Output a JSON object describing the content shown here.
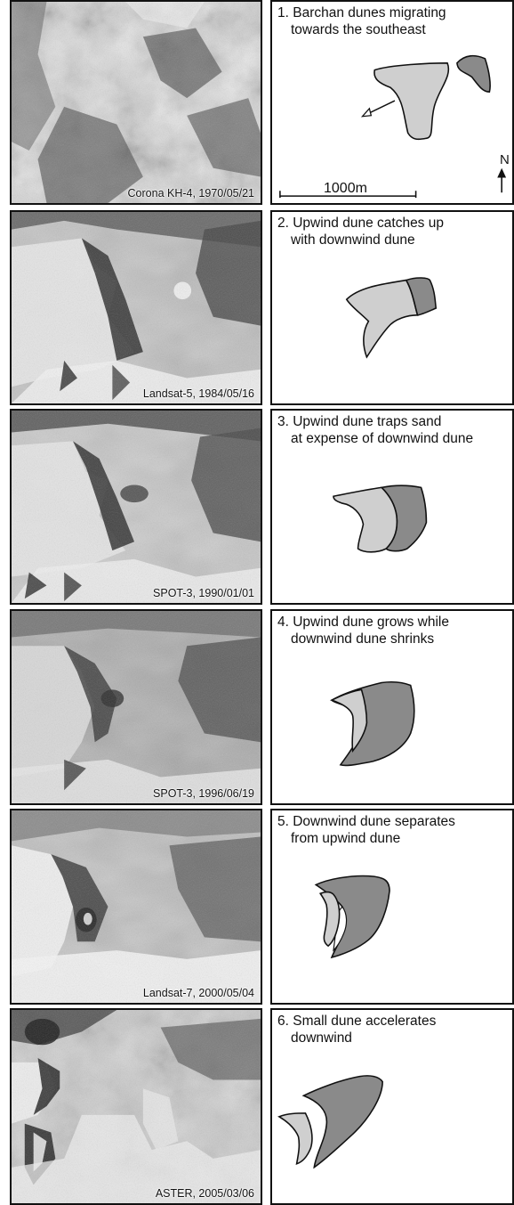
{
  "panels": [
    {
      "image_caption": "Corona KH-4, 1970/05/21",
      "stage_lines": [
        "1. Barchan dunes migrating",
        "towards the southeast"
      ],
      "scale_label": "1000m",
      "north_label": "N"
    },
    {
      "image_caption": "Landsat-5, 1984/05/16",
      "stage_lines": [
        "2. Upwind dune catches up",
        "with downwind dune"
      ]
    },
    {
      "image_caption": "SPOT-3, 1990/01/01",
      "stage_lines": [
        "3. Upwind dune traps sand",
        "at expense of downwind dune"
      ]
    },
    {
      "image_caption": "SPOT-3, 1996/06/19",
      "stage_lines": [
        "4. Upwind dune grows while",
        "downwind dune shrinks"
      ]
    },
    {
      "image_caption": "Landsat-7, 2000/05/04",
      "stage_lines": [
        "5. Downwind dune separates",
        "from upwind dune"
      ]
    },
    {
      "image_caption": "ASTER, 2005/03/06",
      "stage_lines": [
        "6. Small dune accelerates",
        "downwind"
      ]
    }
  ],
  "colors": {
    "upwind_dune": "#cfcfcf",
    "downwind_dune": "#8a8a8a",
    "outline": "#111111"
  }
}
